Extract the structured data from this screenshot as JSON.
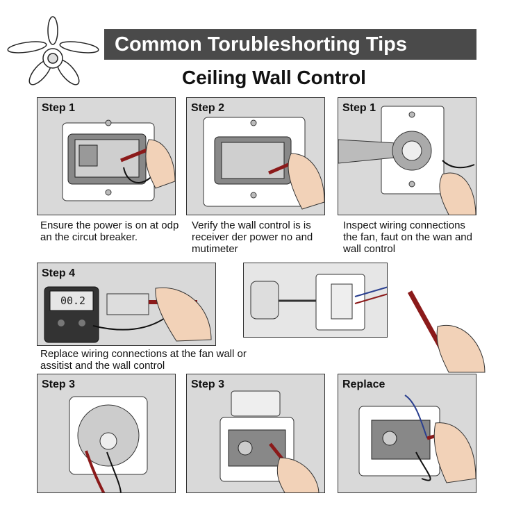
{
  "header": {
    "title": "Common Torubleshorting Tips",
    "subtitle": "Ceiling Wall Control"
  },
  "panels": [
    {
      "label": "Step 1"
    },
    {
      "label": "Step 2"
    },
    {
      "label": "Step 1"
    },
    {
      "label": "Step 4"
    },
    {
      "label": ""
    },
    {
      "label": "Step 3"
    },
    {
      "label": "Step 3"
    },
    {
      "label": "Replace"
    }
  ],
  "captions": {
    "c1": "Ensure the power is on at odp an the circut breaker.",
    "c2": "Verify the wall control is is receiver der power no and mutimeter",
    "c3": "Inspect wiring connections the fan, faut on the wan and wall control",
    "c4": "Replace wiring connections at the fan wall or assitist and the  wall control"
  },
  "meter": {
    "display": "00.2"
  },
  "colors": {
    "banner": "#4a4a4a",
    "panel_bg": "#d9d9d9",
    "probe_red": "#8b1a1a"
  }
}
